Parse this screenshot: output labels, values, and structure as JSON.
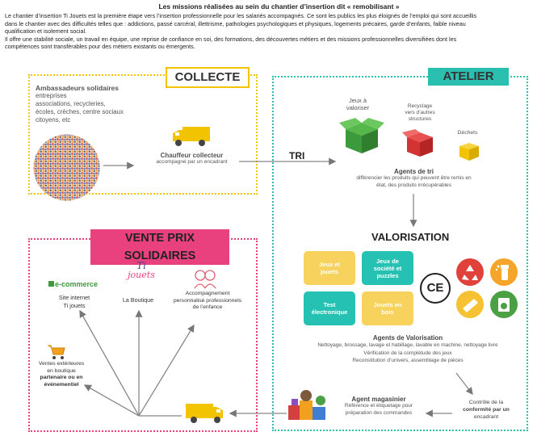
{
  "header": {
    "title": "Les missions réalisées au sein du chantier d’insertion dit « remobilisant »",
    "intro_lines": [
      "Le chantier d’insertion Ti Jouets est la première étape vers l’insertion professionnelle pour les salariés accompagnés. Ce sont les publics les plus éloignés de l’emploi qui sont accueillis",
      "dans le chantier avec des difficultés telles que : addictions, passé carcéral, illettrisme, pathologies psychologiques et physiques, logements précaires, garde d’enfants, faible niveau",
      "qualification et isolement social.",
      "Il offre une stabilité sociale, un travail en équipe, une reprise de confiance en soi, des formations, des découvertes métiers et des missions professionnelles diversifiées dont les",
      "compétences sont transférables pour des métiers existants ou émergents."
    ]
  },
  "collecte": {
    "tag": "COLLECTE",
    "ambassadeurs_title": "Ambassadeurs solidaires",
    "ambassadeurs_lines": [
      "entreprises",
      "associations, recycleries,",
      "écoles, crèches, centre sociaux",
      "citoyens, etc"
    ],
    "chauffeur_title": "Chauffeur collecteur",
    "chauffeur_sub": "accompagné par un encadrant"
  },
  "tri_label": "TRI",
  "atelier": {
    "tag": "ATELIER",
    "jeux_valoriser": [
      "Jeux à",
      "valoriser"
    ],
    "recyclage": [
      "Recyclage",
      "vers d’autres",
      "structures"
    ],
    "dechets": "Déchets",
    "agents_tri_title": "Agents de tri",
    "agents_tri_lines": [
      "différencier les produits qui peuvent être remis en",
      "état, des produits irrécupérables"
    ],
    "valorisation_title": "VALORISATION",
    "tiles": [
      {
        "label": [
          "Jeux et",
          "jouets"
        ]
      },
      {
        "label": [
          "Jeux de",
          "société et",
          "puzzles"
        ]
      },
      {
        "label": [
          "Test",
          "électronique"
        ]
      },
      {
        "label": [
          "Jouets en",
          "bois"
        ]
      }
    ],
    "ce_mark": "CE",
    "agents_valo_title": "Agents de Valorisation",
    "agents_valo_lines": [
      "Nettoyage, brossage, lavage et habillage, lavable en machine, nettoyage livre",
      "Vérification de la complétude des jeux",
      "Reconstitution d’univers, assemblage de pièces"
    ],
    "controle_lines": [
      "Contrôle de la",
      "conformité par un",
      "encadrant"
    ],
    "magasinier_title": "Agent magasinier",
    "magasinier_lines": [
      "Référence et étiquetage pour",
      "préparation des commandes"
    ]
  },
  "vente": {
    "tag": "VENTE PRIX SOLIDAIRES",
    "ecommerce_logo": "e-commerce",
    "site_lines": [
      "Site internet",
      "Ti jouets"
    ],
    "boutique_logo": [
      "Ti",
      "jouets"
    ],
    "boutique_label": "La Boutique",
    "accomp_lines": [
      "Accompagnement",
      "personnalisé professionnels",
      "de l’enfance"
    ],
    "ventes_lines": [
      "Ventes extérieures",
      "en boutique",
      "partenaire ou en",
      "événementiel"
    ]
  },
  "colors": {
    "collecte": "#f4c400",
    "atelier": "#2bbfb0",
    "vente": "#e8417e",
    "tile_yellow": "#f7d25c",
    "tile_teal": "#25c2b3",
    "truck": "#f2c400",
    "green": "#3c9a3c"
  }
}
